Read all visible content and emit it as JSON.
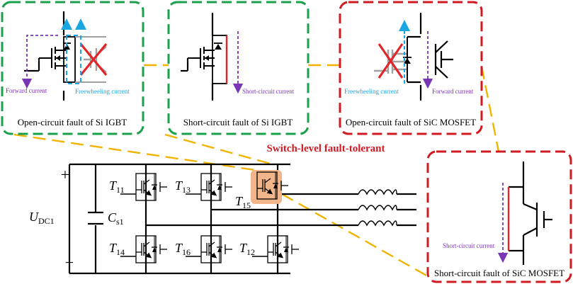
{
  "colors": {
    "green_box": "#18a04a",
    "red_box": "#d01a22",
    "yellow_link": "#f0b400",
    "purple_arrow": "#7a35b5",
    "cyan_arrow": "#1aa6e0",
    "red_cross": "#e0262a",
    "highlight": "#f3b68a",
    "gray_part": "#a0a0a0"
  },
  "panels": {
    "p1": {
      "caption": "Open-circuit fault of Si IGBT",
      "label_forward": "Forward current",
      "label_freewheel": "Freewheeling current"
    },
    "p2": {
      "caption": "Short-circuit fault of Si IGBT",
      "label_short": "Short-circuit current"
    },
    "p3": {
      "caption": "Open-circuit fault of SiC MOSFET",
      "label_freewheel": "Freewheeling current",
      "label_forward": "Forward current"
    },
    "p4": {
      "caption": "Short-circuit fault of SiC MOSFET",
      "label_short": "Short-circuit current"
    }
  },
  "title": "Switch-level fault-tolerant",
  "circuit": {
    "plus": "+",
    "minus": "−",
    "udc_main": "U",
    "udc_sub": "DC1",
    "cs_main": "C",
    "cs_sub": "s1",
    "t_letter": "T",
    "t11": "11",
    "t13": "13",
    "t15": "15",
    "t14": "14",
    "t16": "16",
    "t12": "12"
  }
}
